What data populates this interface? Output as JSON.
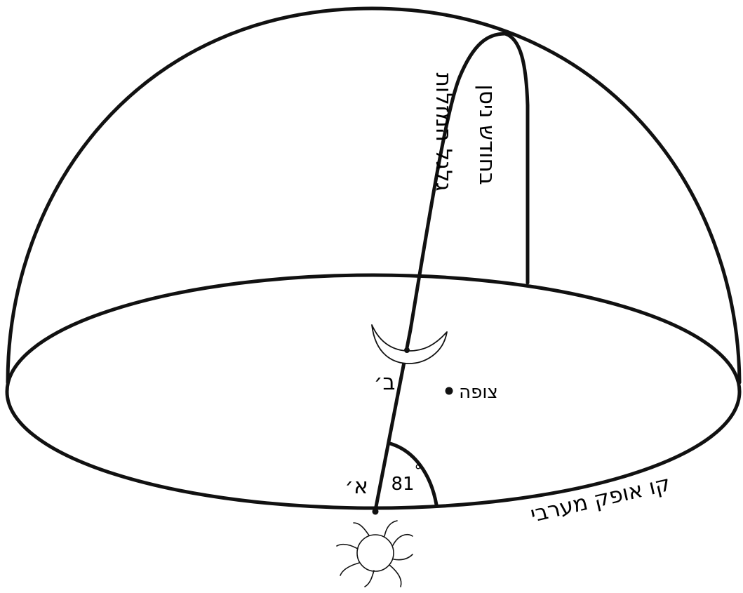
{
  "diagram": {
    "labels": {
      "ecliptic": "גלגל המזלות",
      "nisan_path": "בחודש ניסן",
      "horizon": "קו אופק מערבי",
      "observer": "צופה",
      "point_a": "א׳",
      "point_b": "ב׳",
      "angle": "81",
      "degree_mark": "°"
    },
    "angle_degrees": 81,
    "icons": [
      "moon-crescent-icon",
      "sun-icon",
      "observer-dot"
    ]
  }
}
